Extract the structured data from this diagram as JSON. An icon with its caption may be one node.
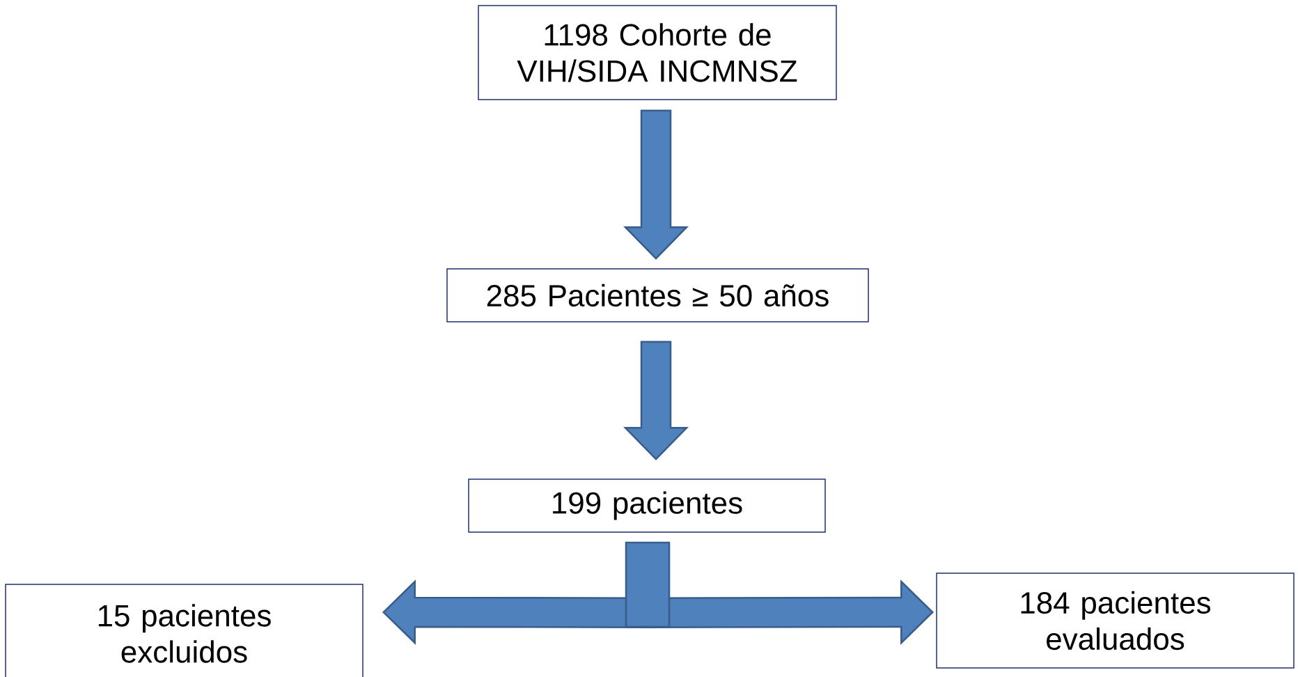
{
  "diagram": {
    "nodes": [
      {
        "text": [
          "1198 Cohorte de VIH/SIDA INCMNSZ"
        ]
      },
      {
        "text": [
          "285 Pacientes ≥ 50 años"
        ]
      },
      {
        "text": [
          "199 pacientes"
        ]
      },
      {
        "text": [
          "15 pacientes excluidos"
        ]
      },
      {
        "text": [
          "184 pacientes evaluados"
        ]
      }
    ],
    "edges": [
      {
        "from": 0,
        "to": 1,
        "arrow": "to"
      },
      {
        "from": 1,
        "to": 2,
        "arrow": "to"
      },
      {
        "from": 2,
        "to": 3,
        "arrow": "to"
      },
      {
        "from": 2,
        "to": 4,
        "arrow": "to"
      }
    ]
  }
}
